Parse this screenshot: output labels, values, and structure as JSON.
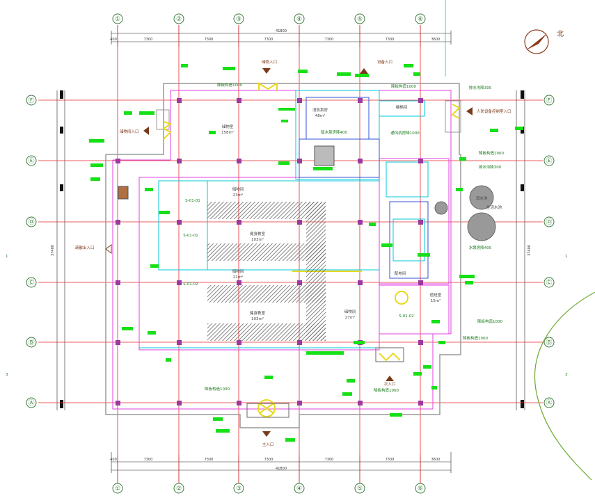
{
  "drawing": {
    "columns": [
      "①",
      "②",
      "③",
      "④",
      "⑤",
      "⑥"
    ],
    "rows": [
      "Ⓐ",
      "Ⓑ",
      "Ⓒ",
      "Ⓓ",
      "Ⓔ",
      "Ⓕ"
    ],
    "top_dims": [
      "400",
      "7300",
      "7300",
      "7300",
      "7300",
      "7300",
      "3600"
    ],
    "overall_width": "41800",
    "side_dim": "37400",
    "side_labels_left": [
      "1",
      "3"
    ],
    "side_labels_right": [
      "1",
      "3"
    ],
    "north_label": "北",
    "entries": {
      "top_left": "储物入口",
      "top_right": "设备入口",
      "right": "人防设备控制室入口",
      "left_upper": "储物间入口",
      "left_mid": "疏散出入口",
      "bottom": "主入口",
      "bottom_right": "次入口"
    },
    "rooms": [
      {
        "id": "storage",
        "text": "储物室"
      },
      {
        "id": "storage_area",
        "text": "158m²"
      },
      {
        "id": "room1",
        "text": "储物间"
      },
      {
        "id": "room1_area",
        "text": "23m²"
      },
      {
        "id": "room2",
        "text": "健身教室"
      },
      {
        "id": "room2_area",
        "text": "103m²"
      },
      {
        "id": "room3",
        "text": "储物间"
      },
      {
        "id": "room3_area",
        "text": "22m²"
      },
      {
        "id": "room4",
        "text": "健身教室"
      },
      {
        "id": "room4_area",
        "text": "103m²"
      },
      {
        "id": "stair",
        "text": "楼梯间"
      },
      {
        "id": "pump",
        "text": "消防泵房"
      },
      {
        "id": "pump_area",
        "text": "48m²"
      },
      {
        "id": "room5",
        "text": "储物间"
      },
      {
        "id": "room5_area",
        "text": "27m²"
      },
      {
        "id": "room6",
        "text": "值班室"
      },
      {
        "id": "room6_area",
        "text": "15m²"
      },
      {
        "id": "room7",
        "text": "配电间"
      }
    ],
    "green_notes": [
      "降板构造1000",
      "降板构造1000",
      "暗水泵房降400",
      "排水沟降300",
      "降板构造1000",
      "排水沟降300",
      "通风机房降1000",
      "水泵房降400",
      "降板构造1000",
      "降板构造1000",
      "降板构造1000",
      "降板构造1000",
      "S-01-01",
      "S-01-01",
      "S-01-02",
      "S-01-02"
    ],
    "pump_labels": [
      "消水池",
      "生活水池"
    ]
  }
}
